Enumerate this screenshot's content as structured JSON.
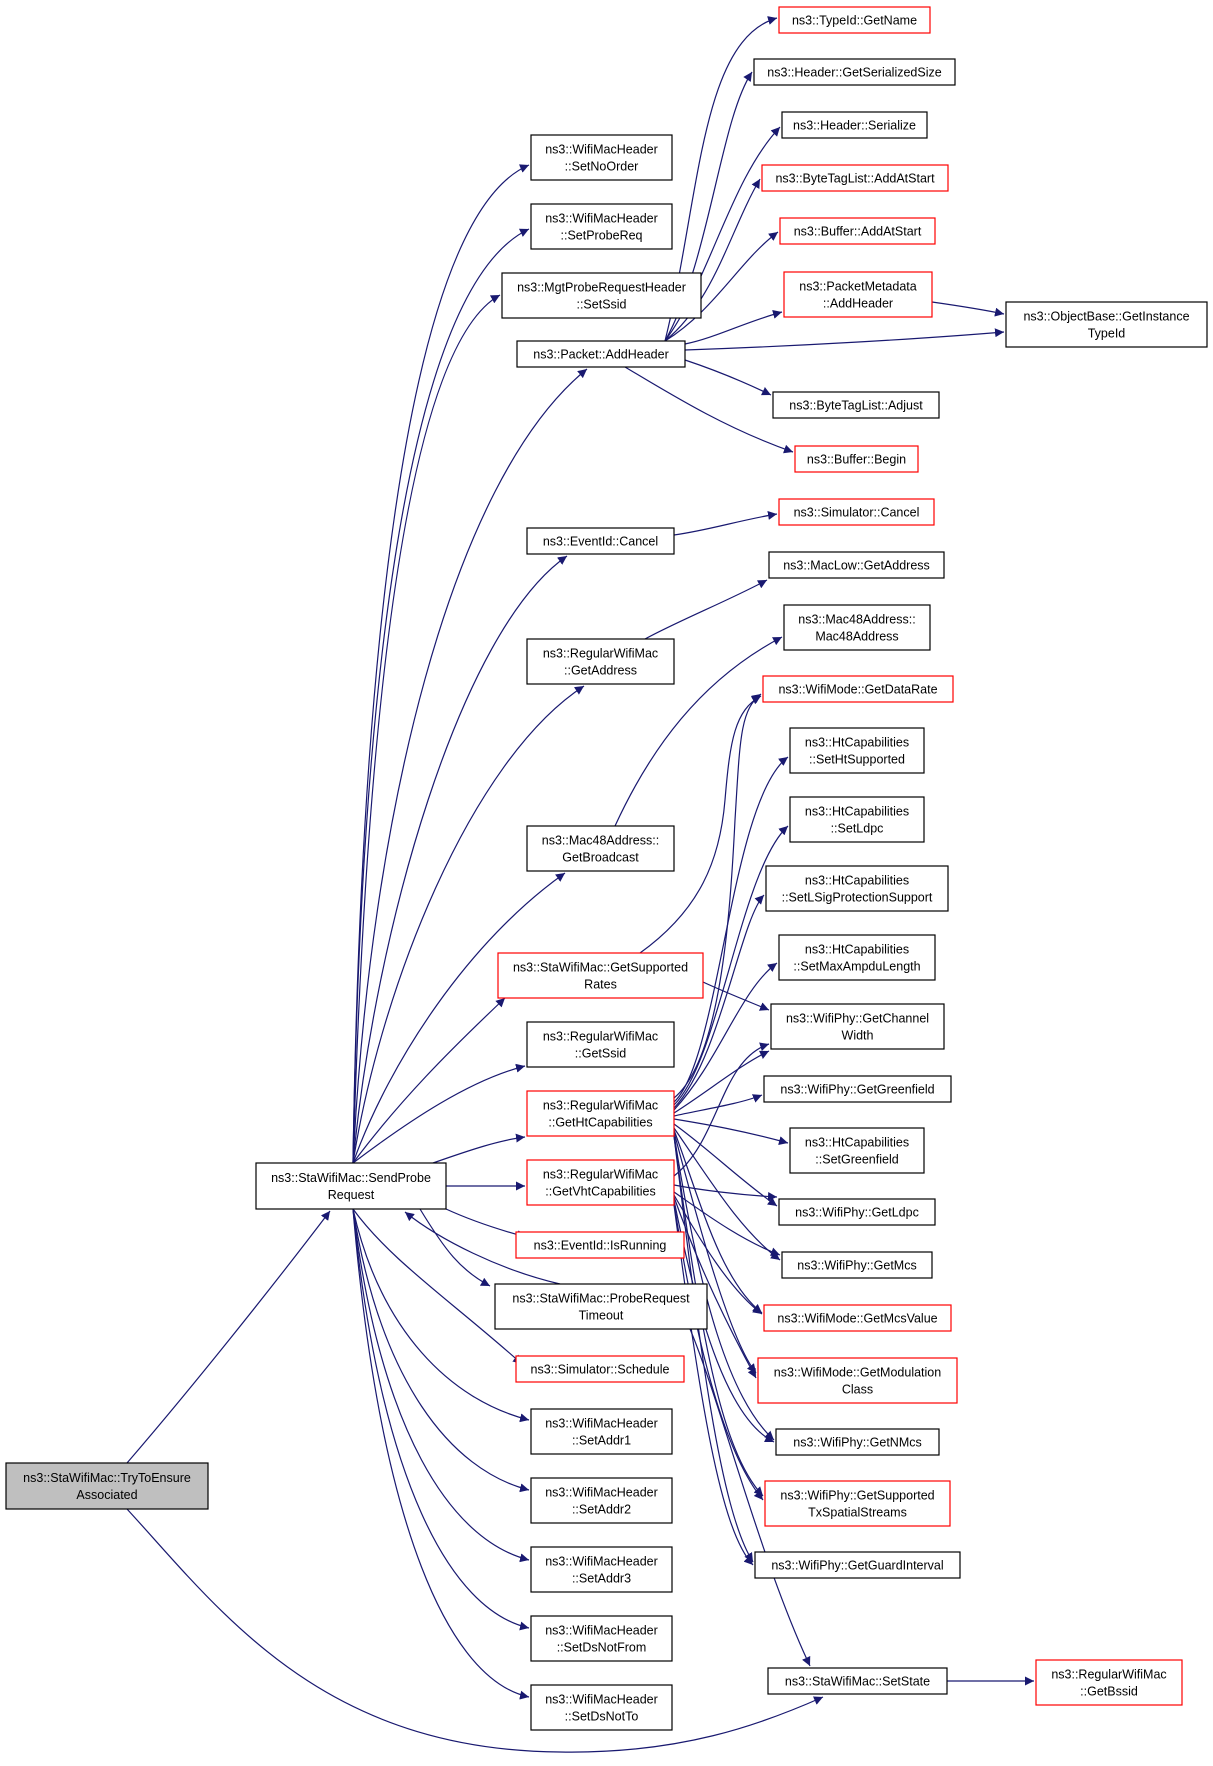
{
  "colors": {
    "edge": "#191970",
    "node_border_default": "#000000",
    "node_border_external": "#ff0000",
    "node_fill_default": "#ffffff",
    "node_fill_root": "#bfbfbf"
  },
  "nodes": {
    "try_to_ensure_associated": [
      "ns3::StaWifiMac::TryToEnsure",
      "Associated"
    ],
    "send_probe_request": [
      "ns3::StaWifiMac::SendProbe",
      "Request"
    ],
    "set_no_order": [
      "ns3::WifiMacHeader",
      "::SetNoOrder"
    ],
    "set_probe_req": [
      "ns3::WifiMacHeader",
      "::SetProbeReq"
    ],
    "set_ssid_probe": [
      "ns3::MgtProbeRequestHeader",
      "::SetSsid"
    ],
    "packet_add_header": [
      "ns3::Packet::AddHeader"
    ],
    "event_cancel": [
      "ns3::EventId::Cancel"
    ],
    "get_address": [
      "ns3::RegularWifiMac",
      "::GetAddress"
    ],
    "get_broadcast": [
      "ns3::Mac48Address::",
      "GetBroadcast"
    ],
    "get_supported_rates": [
      "ns3::StaWifiMac::GetSupported",
      "Rates"
    ],
    "get_ssid": [
      "ns3::RegularWifiMac",
      "::GetSsid"
    ],
    "get_ht_capabilities": [
      "ns3::RegularWifiMac",
      "::GetHtCapabilities"
    ],
    "get_vht_capabilities": [
      "ns3::RegularWifiMac",
      "::GetVhtCapabilities"
    ],
    "is_running": [
      "ns3::EventId::IsRunning"
    ],
    "probe_request_timeout": [
      "ns3::StaWifiMac::ProbeRequest",
      "Timeout"
    ],
    "schedule": [
      "ns3::Simulator::Schedule"
    ],
    "set_addr1": [
      "ns3::WifiMacHeader",
      "::SetAddr1"
    ],
    "set_addr2": [
      "ns3::WifiMacHeader",
      "::SetAddr2"
    ],
    "set_addr3": [
      "ns3::WifiMacHeader",
      "::SetAddr3"
    ],
    "set_ds_not_from": [
      "ns3::WifiMacHeader",
      "::SetDsNotFrom"
    ],
    "set_ds_not_to": [
      "ns3::WifiMacHeader",
      "::SetDsNotTo"
    ],
    "typeid_get_name": [
      "ns3::TypeId::GetName"
    ],
    "header_get_serialized_size": [
      "ns3::Header::GetSerializedSize"
    ],
    "header_serialize": [
      "ns3::Header::Serialize"
    ],
    "bytetaglist_add_at_start": [
      "ns3::ByteTagList::AddAtStart"
    ],
    "buffer_add_at_start": [
      "ns3::Buffer::AddAtStart"
    ],
    "packet_metadata_add_header": [
      "ns3::PacketMetadata",
      "::AddHeader"
    ],
    "object_base_get_instance_typeid": [
      "ns3::ObjectBase::GetInstance",
      "TypeId"
    ],
    "bytetaglist_adjust": [
      "ns3::ByteTagList::Adjust"
    ],
    "buffer_begin": [
      "ns3::Buffer::Begin"
    ],
    "simulator_cancel": [
      "ns3::Simulator::Cancel"
    ],
    "maclow_get_address": [
      "ns3::MacLow::GetAddress"
    ],
    "mac48address_ctor": [
      "ns3::Mac48Address::",
      "Mac48Address"
    ],
    "wifimode_get_data_rate": [
      "ns3::WifiMode::GetDataRate"
    ],
    "set_ht_supported": [
      "ns3::HtCapabilities",
      "::SetHtSupported"
    ],
    "set_ldpc": [
      "ns3::HtCapabilities",
      "::SetLdpc"
    ],
    "set_lsig_protection_support": [
      "ns3::HtCapabilities",
      "::SetLSigProtectionSupport"
    ],
    "set_max_ampdu_length": [
      "ns3::HtCapabilities",
      "::SetMaxAmpduLength"
    ],
    "get_channel_width": [
      "ns3::WifiPhy::GetChannel",
      "Width"
    ],
    "get_greenfield": [
      "ns3::WifiPhy::GetGreenfield"
    ],
    "set_greenfield": [
      "ns3::HtCapabilities",
      "::SetGreenfield"
    ],
    "get_ldpc": [
      "ns3::WifiPhy::GetLdpc"
    ],
    "get_mcs": [
      "ns3::WifiPhy::GetMcs"
    ],
    "get_mcs_value": [
      "ns3::WifiMode::GetMcsValue"
    ],
    "get_modulation_class": [
      "ns3::WifiMode::GetModulation",
      "Class"
    ],
    "get_n_mcs": [
      "ns3::WifiPhy::GetNMcs"
    ],
    "get_supported_tx_spatial_streams": [
      "ns3::WifiPhy::GetSupported",
      "TxSpatialStreams"
    ],
    "get_guard_interval": [
      "ns3::WifiPhy::GetGuardInterval"
    ],
    "set_state": [
      "ns3::StaWifiMac::SetState"
    ],
    "get_bssid": [
      "ns3::RegularWifiMac",
      "::GetBssid"
    ]
  }
}
